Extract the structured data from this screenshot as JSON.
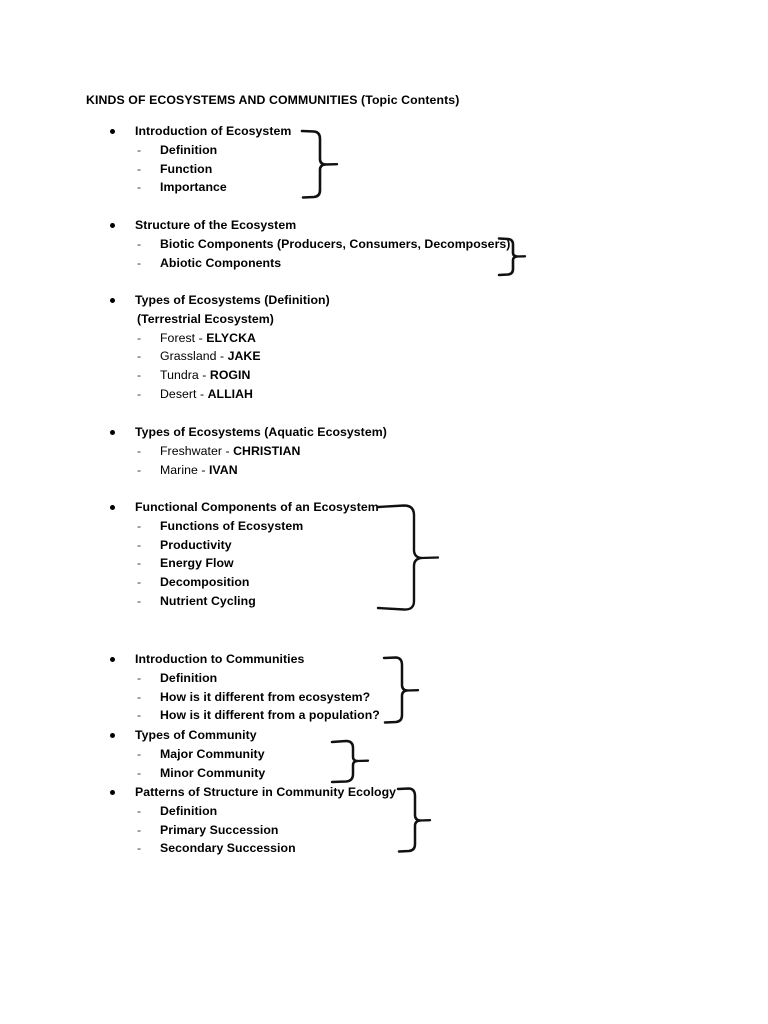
{
  "document": {
    "title": "KINDS OF ECOSYSTEMS AND COMMUNITIES (Topic Contents)"
  },
  "sections": [
    {
      "id": "introduction-of-ecosystem",
      "heading": "Introduction of Ecosystem",
      "items": [
        {
          "text": "Definition",
          "weight": "semibold"
        },
        {
          "text": "Function",
          "weight": "semibold"
        },
        {
          "text": "Importance",
          "weight": "semibold"
        }
      ],
      "brace": true
    },
    {
      "id": "structure-of-the-ecosystem",
      "heading": "Structure of the Ecosystem",
      "items": [
        {
          "text": "Biotic Components (Producers, Consumers, Decomposers)",
          "weight": "semibold"
        },
        {
          "text": "Abiotic Components",
          "weight": "semibold"
        }
      ],
      "brace": true
    },
    {
      "id": "types-of-ecosystems-terrestrial",
      "heading": "Types of Ecosystems (Definition)",
      "subheading": "(Terrestrial Ecosystem)",
      "items": [
        {
          "text": "Forest - ",
          "assignee": "ELYCKA",
          "weight": "regular"
        },
        {
          "text": "Grassland - ",
          "assignee": "JAKE",
          "weight": "regular"
        },
        {
          "text": "Tundra - ",
          "assignee": "ROGIN",
          "weight": "regular"
        },
        {
          "text": "Desert - ",
          "assignee": "ALLIAH",
          "weight": "regular"
        }
      ],
      "brace": false
    },
    {
      "id": "types-of-ecosystems-aquatic",
      "heading": "Types of Ecosystems (Aquatic Ecosystem)",
      "items": [
        {
          "text": "Freshwater - ",
          "assignee": "CHRISTIAN",
          "weight": "regular"
        },
        {
          "text": "Marine - ",
          "assignee": "IVAN",
          "weight": "regular"
        }
      ],
      "brace": false
    },
    {
      "id": "functional-components-of-an-ecosystem",
      "heading": "Functional Components of an Ecosystem",
      "items": [
        {
          "text": "Functions of Ecosystem",
          "weight": "semibold"
        },
        {
          "text": "Productivity",
          "weight": "semibold"
        },
        {
          "text": "Energy Flow",
          "weight": "semibold"
        },
        {
          "text": "Decomposition",
          "weight": "semibold"
        },
        {
          "text": "Nutrient Cycling",
          "weight": "semibold"
        }
      ],
      "brace": true
    },
    {
      "id": "introduction-to-communities",
      "heading": "Introduction to Communities",
      "items": [
        {
          "text": "Definition",
          "weight": "semibold"
        },
        {
          "text": "How is it different from ecosystem?",
          "weight": "semibold"
        },
        {
          "text": "How is it different from a population?",
          "weight": "semibold"
        }
      ],
      "brace": true
    },
    {
      "id": "types-of-community",
      "heading": "Types of Community",
      "items": [
        {
          "text": "Major Community",
          "weight": "semibold"
        },
        {
          "text": "Minor Community",
          "weight": "semibold"
        }
      ],
      "brace": true
    },
    {
      "id": "patterns-of-structure-in-community-ecology",
      "heading": "Patterns of Structure in Community Ecology",
      "items": [
        {
          "text": "Definition",
          "weight": "semibold"
        },
        {
          "text": "Primary Succession",
          "weight": "semibold"
        },
        {
          "text": "Secondary Succession",
          "weight": "semibold"
        }
      ],
      "brace": true
    }
  ],
  "marks": {
    "bullet_glyph": "•",
    "dash_glyph": "-",
    "ink_color": "#000000"
  }
}
